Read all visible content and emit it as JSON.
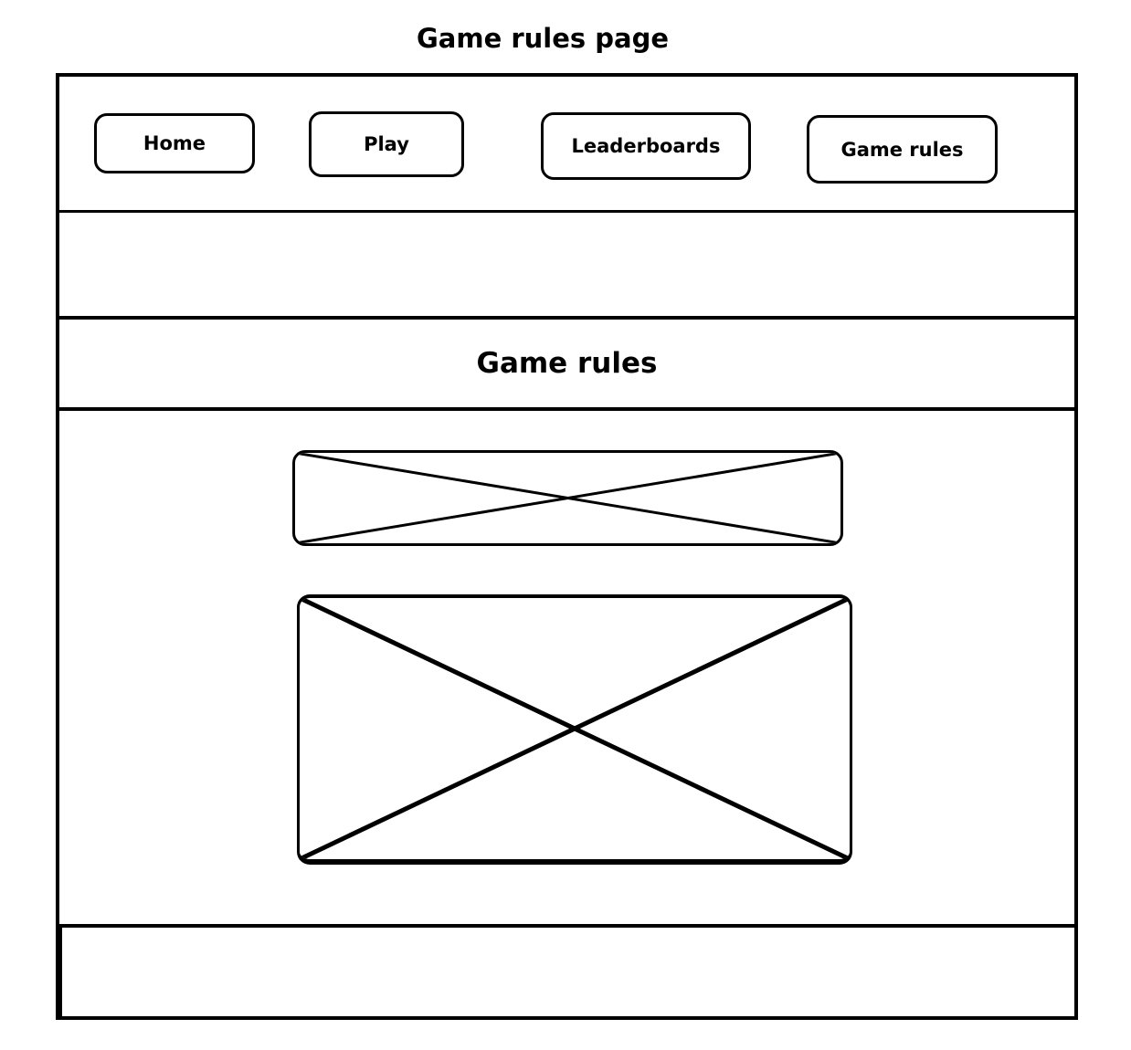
{
  "page_title": "Game rules page",
  "nav": {
    "items": [
      {
        "label": "Home"
      },
      {
        "label": "Play"
      },
      {
        "label": "Leaderboards"
      },
      {
        "label": "Game rules"
      }
    ]
  },
  "content": {
    "heading": "Game rules",
    "placeholders": [
      "image-placeholder-small",
      "image-placeholder-large"
    ]
  },
  "colors": {
    "stroke": "#000000",
    "background": "#ffffff"
  }
}
